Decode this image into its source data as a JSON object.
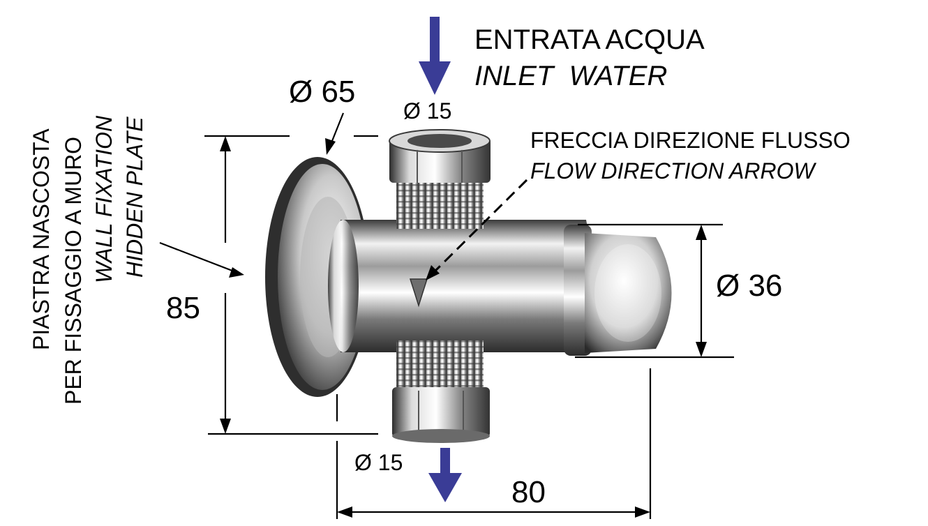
{
  "labels": {
    "inlet_it": "ENTRATA ACQUA",
    "inlet_en": "INLET  WATER",
    "flow_it": "FRECCIA DIREZIONE FLUSSO",
    "flow_en": "FLOW DIRECTION ARROW",
    "plate_it_1": "PIASTRA NASCOSTA",
    "plate_it_2": "PER FISSAGGIO A MURO",
    "plate_en_1": "WALL FIXATION",
    "plate_en_2": "HIDDEN PLATE"
  },
  "dimensions": {
    "plate_diameter": "Ø 65",
    "inlet_diameter": "Ø 15",
    "outlet_diameter": "Ø 15",
    "button_diameter": "Ø 36",
    "height": "85",
    "depth": "80"
  },
  "colors": {
    "flow_arrow": "#3a3c96",
    "chrome_dark": "#2a2a2a",
    "chrome_light": "#f4f4f4",
    "chrome_mid": "#9a9a9a"
  }
}
